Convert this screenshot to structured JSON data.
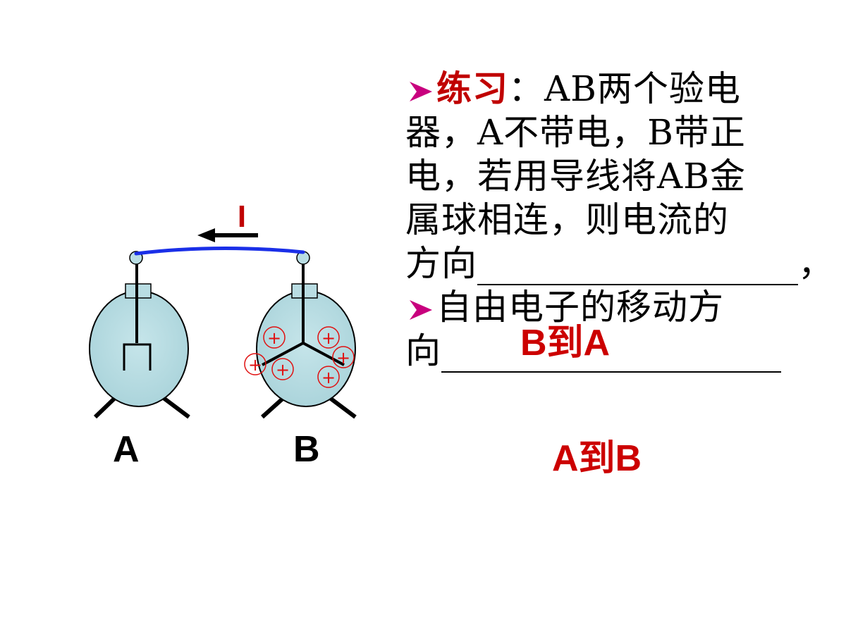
{
  "diagram": {
    "current_label": "I",
    "label_a": "A",
    "label_b": "B",
    "charge_symbol": "+",
    "colors": {
      "bulb_fill": "#b9dde3",
      "wire": "#1a2fe8",
      "charge": "#e01010",
      "current_label": "#c00000"
    }
  },
  "question": {
    "line1_heading": "练习",
    "line1_rest": "：AB两个验电",
    "line2": "器，A不带电，B带正",
    "line3": "电，若用导线将AB金",
    "line4": "属球相连，则电流的",
    "line5_prefix": "方向",
    "line5_suffix": "，",
    "line6": "自由电子的移动方",
    "line7_prefix": "向",
    "answer1": "B到A",
    "answer2": "A到B"
  }
}
